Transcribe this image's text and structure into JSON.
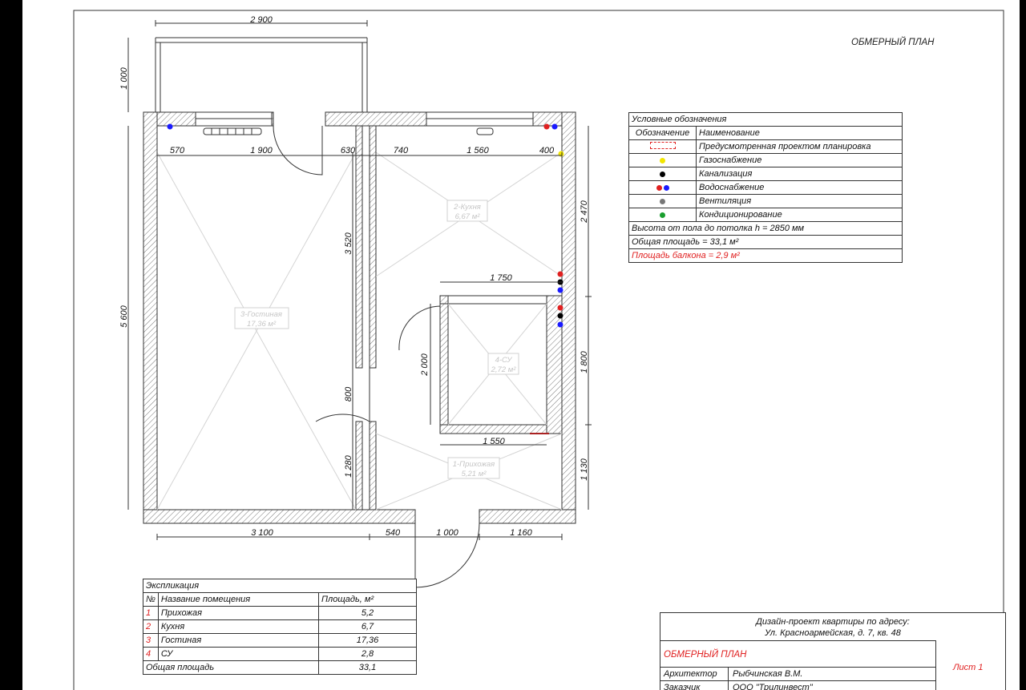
{
  "drawing": {
    "title": "ОБМЕРНЫЙ ПЛАН",
    "dimensions": {
      "balcony_width": "2 900",
      "balcony_depth": "1 000",
      "total_height": "5 600",
      "top_1": "570",
      "top_2": "1 900",
      "top_3": "630",
      "top_4": "740",
      "top_5": "1 560",
      "top_6": "400",
      "kitchen_height": "2 470",
      "partition_length": "3 520",
      "door_width": "800",
      "lower_wall": "1 280",
      "bath_top_width": "1 750",
      "bath_height_inner": "2 000",
      "bath_height_outer": "1 800",
      "bath_bottom_width": "1 550",
      "hall_height": "1 130",
      "bottom_1": "3 100",
      "bottom_2": "540",
      "bottom_3": "1 000",
      "bottom_4": "1 160"
    },
    "rooms": {
      "living": {
        "name": "3-Гостиная",
        "area": "17,36 м²"
      },
      "kitchen": {
        "name": "2-Кухня",
        "area": "6,67 м²"
      },
      "bath": {
        "name": "4-СУ",
        "area": "2,72 м²"
      },
      "hall": {
        "name": "1-Прихожая",
        "area": "5,21 м²"
      }
    }
  },
  "legend": {
    "title": "Условные обозначения",
    "col_symbol": "Обозначение",
    "col_name": "Наименование",
    "items": [
      {
        "label": "Предусмотренная проектом планировка",
        "color": "#e02020"
      },
      {
        "label": "Газоснабжение",
        "color": "#f2e600"
      },
      {
        "label": "Канализация",
        "color": "#000000"
      },
      {
        "label": "Водоснабжение",
        "color": "#e02020",
        "color2": "#1a1aff"
      },
      {
        "label": "Вентиляция",
        "color": "#777777"
      },
      {
        "label": "Кондиционирование",
        "color": "#1a9e2e"
      }
    ],
    "height_note": "Высота от пола до потолка h = 2850 мм",
    "total_area": "Общая площадь = 33,1 м²",
    "balcony_area": "Площадь балкона = 2,9 м²"
  },
  "explication": {
    "title": "Экспликация",
    "col_no": "№",
    "col_name": "Название помещения",
    "col_area": "Площадь, м²",
    "rows": [
      {
        "no": "1",
        "name": "Прихожая",
        "area": "5,2"
      },
      {
        "no": "2",
        "name": "Кухня",
        "area": "6,7"
      },
      {
        "no": "3",
        "name": "Гостиная",
        "area": "17,36"
      },
      {
        "no": "4",
        "name": "СУ",
        "area": "2,8"
      }
    ],
    "total_label": "Общая площадь",
    "total_value": "33,1"
  },
  "stamp": {
    "address_line1": "Дизайн-проект квартиры по адресу:",
    "address_line2": "Ул. Красноармейская, д. 7, кв. 48",
    "plan_title": "ОБМЕРНЫЙ ПЛАН",
    "sheet": "Лист 1",
    "architect_label": "Архитектор",
    "architect_value": "Рыбчинская В.М.",
    "client_label": "Заказчик",
    "client_value": "ООО \"Трилинвест\""
  }
}
